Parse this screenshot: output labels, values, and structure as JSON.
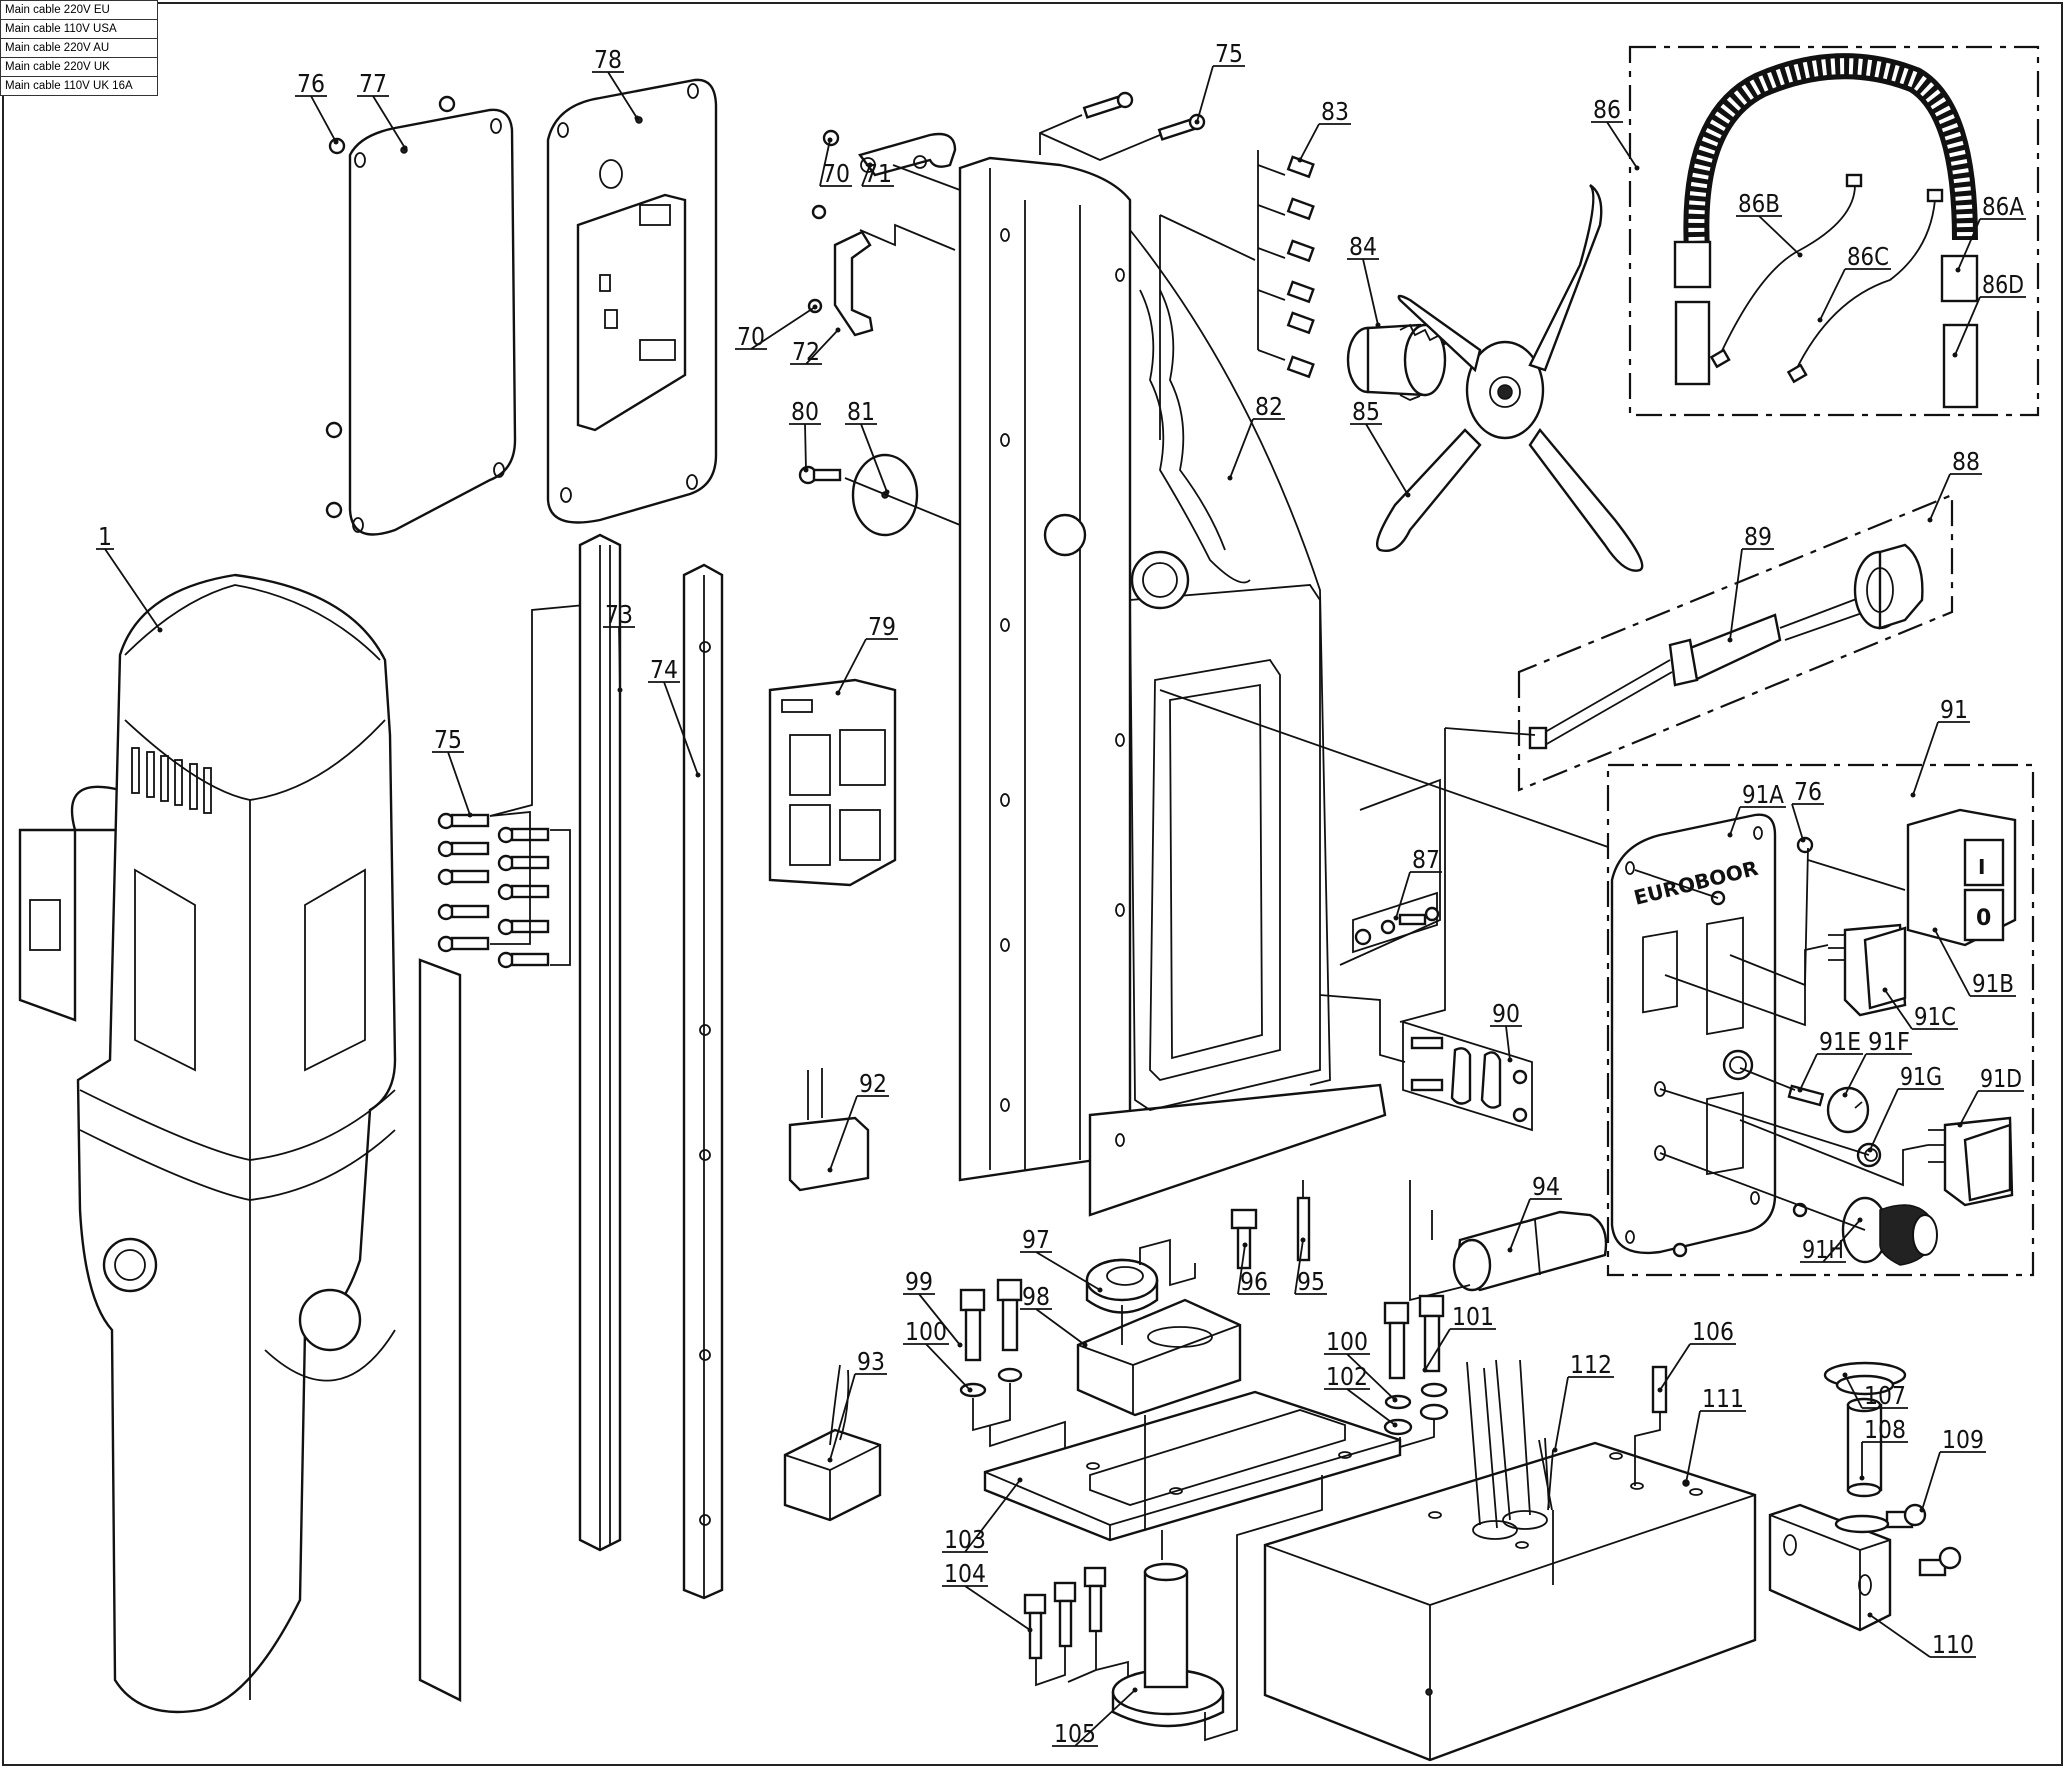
{
  "title": "Exploded parts diagram - magnetic drill stand",
  "cable_options": [
    "Main cable 220V EU",
    "Main cable 110V USA",
    "Main cable 220V AU",
    "Main cable 220V UK",
    "Main cable 110V UK 16A"
  ],
  "brand_text": "EUROBOOR",
  "switch_symbols": {
    "on": "I",
    "off": "0"
  },
  "part_labels": {
    "p1": "1",
    "p70a": "70",
    "p70b": "70",
    "p71": "71",
    "p72": "72",
    "p73": "73",
    "p74": "74",
    "p75a": "75",
    "p75b": "75",
    "p76a": "76",
    "p76b": "76",
    "p77": "77",
    "p78": "78",
    "p79": "79",
    "p80": "80",
    "p81": "81",
    "p82": "82",
    "p83": "83",
    "p84": "84",
    "p85": "85",
    "p86": "86",
    "p86A": "86A",
    "p86B": "86B",
    "p86C": "86C",
    "p86D": "86D",
    "p87": "87",
    "p88": "88",
    "p89": "89",
    "p90": "90",
    "p91": "91",
    "p91A": "91A",
    "p91B": "91B",
    "p91C": "91C",
    "p91D": "91D",
    "p91E": "91E",
    "p91F": "91F",
    "p91G": "91G",
    "p91H": "91H",
    "p92": "92",
    "p93": "93",
    "p94": "94",
    "p95": "95",
    "p96": "96",
    "p97": "97",
    "p98": "98",
    "p99": "99",
    "p100a": "100",
    "p100b": "100",
    "p101": "101",
    "p102": "102",
    "p103": "103",
    "p104": "104",
    "p105": "105",
    "p106": "106",
    "p107": "107",
    "p108": "108",
    "p109": "109",
    "p110": "110",
    "p111": "111",
    "p112": "112"
  }
}
